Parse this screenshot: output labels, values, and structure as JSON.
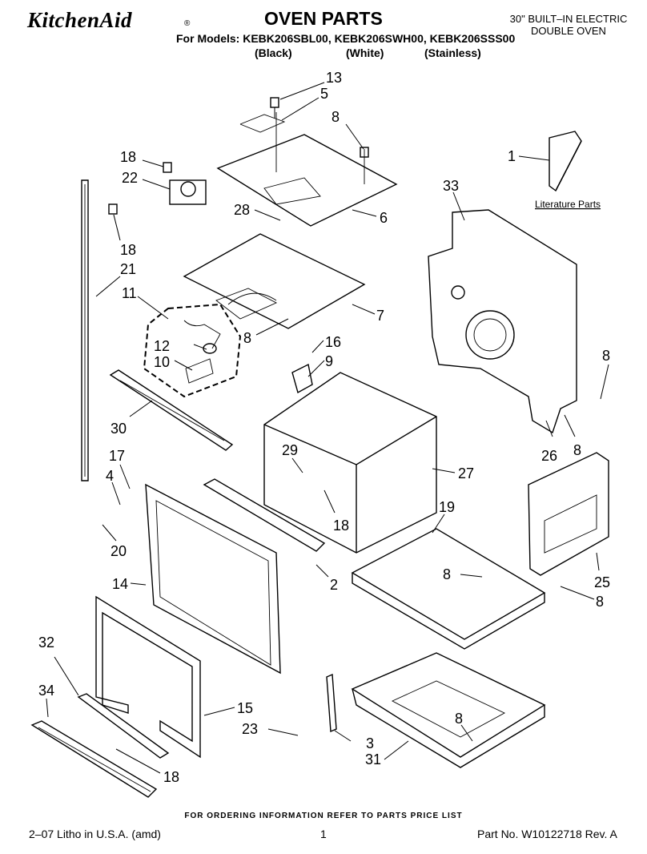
{
  "header": {
    "brand": "KitchenAid",
    "title": "OVEN PARTS",
    "models_line": "For Models: KEBK206SBL00, KEBK206SWH00, KEBK206SSS00",
    "color_black": "(Black)",
    "color_white": "(White)",
    "color_stainless": "(Stainless)",
    "oven_type_line1": "30\" BUILT–IN ELECTRIC",
    "oven_type_line2": "DOUBLE OVEN"
  },
  "literature_label": "Literature Parts",
  "callouts": [
    "13",
    "5",
    "8",
    "18",
    "22",
    "1",
    "33",
    "28",
    "6",
    "18",
    "21",
    "11",
    "7",
    "8",
    "12",
    "10",
    "16",
    "9",
    "8",
    "30",
    "29",
    "27",
    "17",
    "4",
    "18",
    "19",
    "26",
    "8",
    "20",
    "14",
    "2",
    "8",
    "25",
    "8",
    "32",
    "34",
    "15",
    "23",
    "3",
    "8",
    "31",
    "18"
  ],
  "footer": {
    "ordering_note": "FOR ORDERING INFORMATION REFER TO PARTS PRICE LIST",
    "litho": "2–07 Litho in U.S.A. (amd)",
    "page": "1",
    "part_no": "Part No. W10122718 Rev. A"
  }
}
